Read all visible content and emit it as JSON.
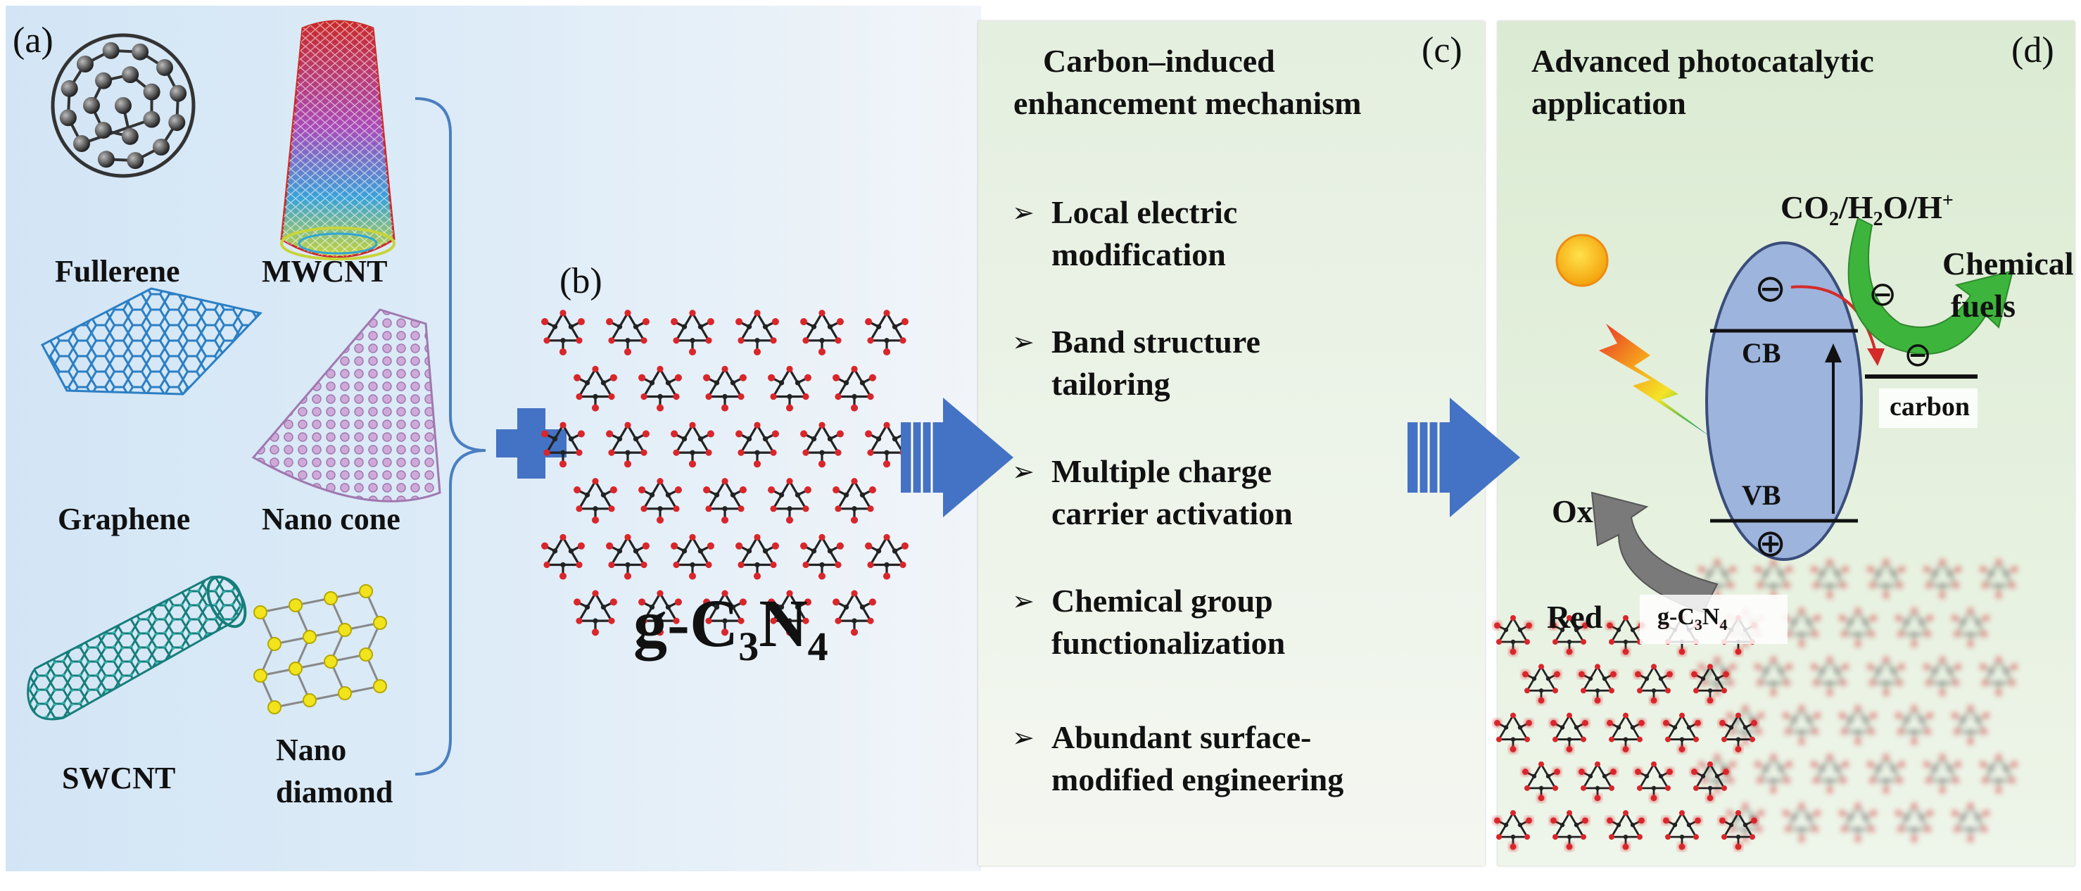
{
  "panel_labels": {
    "a": "(a)",
    "b": "(b)",
    "c": "(c)",
    "d": "(d)"
  },
  "materials": {
    "fullerene": "Fullerene",
    "mwcnt": "MWCNT",
    "graphene": "Graphene",
    "nano_cone": "Nano cone",
    "swcnt": "SWCNT",
    "nano_diamond_line1": "Nano",
    "nano_diamond_line2": "diamond"
  },
  "g_c3n4": {
    "main": "g-C",
    "sub1": "3",
    "mid": "N",
    "sub2": "4"
  },
  "mechanism": {
    "title_line1": "Carbon–induced",
    "title_line2": "enhancement mechanism",
    "items": [
      {
        "line1": "Local electric",
        "line2": "modification"
      },
      {
        "line1": "Band structure",
        "line2": "tailoring"
      },
      {
        "line1": "Multiple charge",
        "line2": "carrier activation"
      },
      {
        "line1": "Chemical group",
        "line2": "functionalization"
      },
      {
        "line1": "Abundant surface-",
        "line2": "modified engineering"
      }
    ]
  },
  "application": {
    "title_line1": "Advanced photocatalytic",
    "title_line2": "application",
    "reactants": {
      "co": "CO",
      "s2": "2",
      "h2o_a": "/H",
      "s2b": "2",
      "h2o_b": "O/H",
      "plus": "+"
    },
    "chemical_fuels_line1": "Chemical",
    "chemical_fuels_line2": "fuels",
    "cb": "CB",
    "vb": "VB",
    "carbon": "carbon",
    "ox": "Ox",
    "red": "Red",
    "gcn": {
      "main": "g-C",
      "sub1": "3",
      "mid": "N",
      "sub2": "4"
    },
    "electron_symbol": "⊖",
    "hole_symbol": "⊕"
  },
  "colors": {
    "arrow_blue": "#4472c4",
    "atom_red": "#d9262b",
    "atom_black": "#222222",
    "ellipse_fill": "#9db4dd",
    "green_arrow": "#3db53c"
  },
  "icons": [
    "sun-icon",
    "lightning-icon",
    "plus-sign-icon",
    "brace-icon",
    "big-arrow-icon"
  ]
}
